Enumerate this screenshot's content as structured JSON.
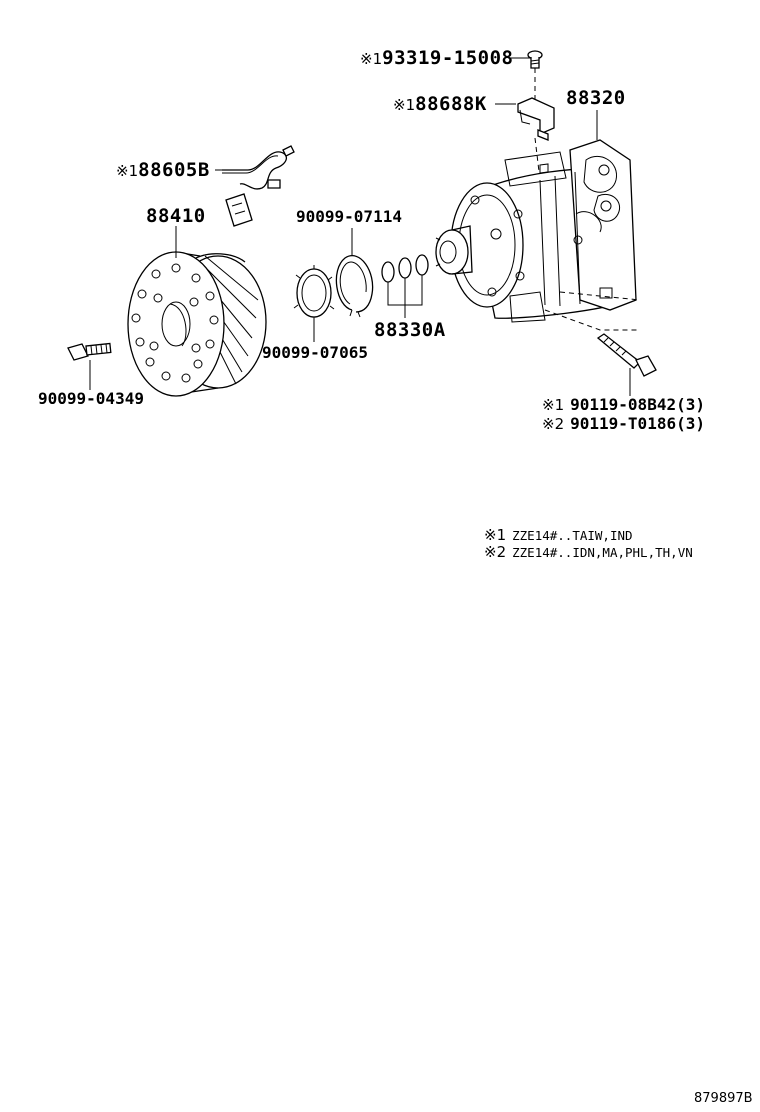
{
  "diagram": {
    "parts": {
      "screw": {
        "mark": "※1",
        "number": "93319-15008"
      },
      "bracket": {
        "mark": "※1",
        "number": "88688K"
      },
      "compressor": {
        "number": "88320"
      },
      "wire": {
        "mark": "※1",
        "number": "88605B"
      },
      "pulley": {
        "number": "88410"
      },
      "snap_ring_outer": {
        "number": "90099-07114"
      },
      "snap_ring_inner": {
        "number": "90099-07065"
      },
      "shims": {
        "number": "88330A"
      },
      "pulley_bolt": {
        "number": "90099-04349"
      },
      "mount_bolt_1": {
        "mark": "※1",
        "number": "90119-08B42",
        "qty": "(3)"
      },
      "mount_bolt_2": {
        "mark": "※2",
        "number": "90119-T0186",
        "qty": "(3)"
      }
    },
    "notes": [
      {
        "mark": "※1",
        "text": "ZZE14#..TAIW,IND"
      },
      {
        "mark": "※2",
        "text": "ZZE14#..IDN,MA,PHL,TH,VN"
      }
    ],
    "figure_code": "879897B"
  }
}
